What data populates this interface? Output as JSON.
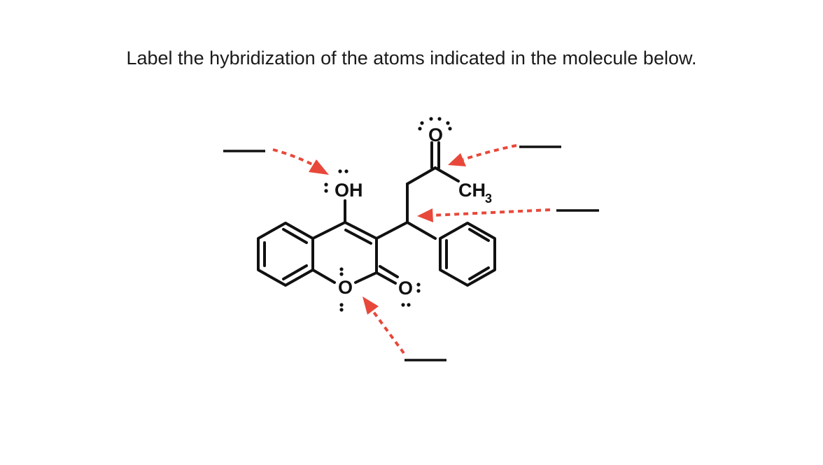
{
  "prompt": "Label the hybridization of the atoms indicated in the molecule below.",
  "atoms": {
    "hydroxyl_o": "OH",
    "ketone_o": "O",
    "methyl_c": "CH",
    "methyl_sub": "3",
    "ring_o": "O",
    "carbonyl_o": "O"
  },
  "blanks": [
    "",
    "",
    "",
    "",
    ""
  ],
  "colors": {
    "arrow": "#e8483a",
    "ink": "#111111"
  }
}
